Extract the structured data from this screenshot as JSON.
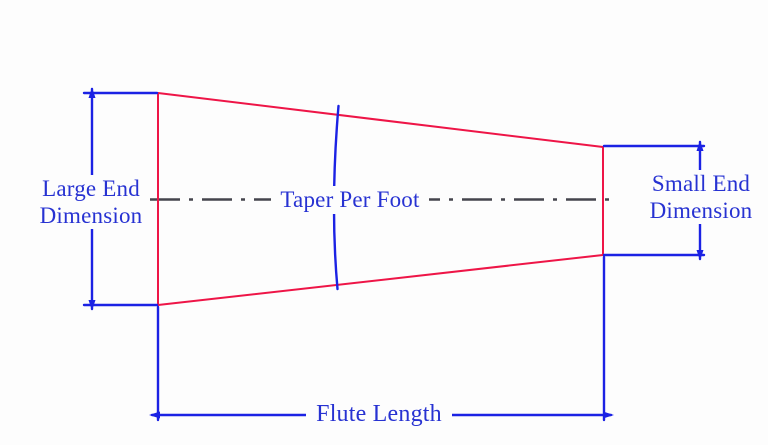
{
  "labels": {
    "large_end": {
      "line1": "Large End",
      "line2": "Dimension"
    },
    "taper_per_foot": "Taper Per Foot",
    "small_end": {
      "line1": "Small End",
      "line2": "Dimension"
    },
    "flute_length": "Flute Length"
  },
  "colors": {
    "background": "#fdfdfd",
    "taper_outline": "#ee1547",
    "dimension": "#1b22e4",
    "label_text": "#2732d2",
    "centerline": "#45454d"
  }
}
